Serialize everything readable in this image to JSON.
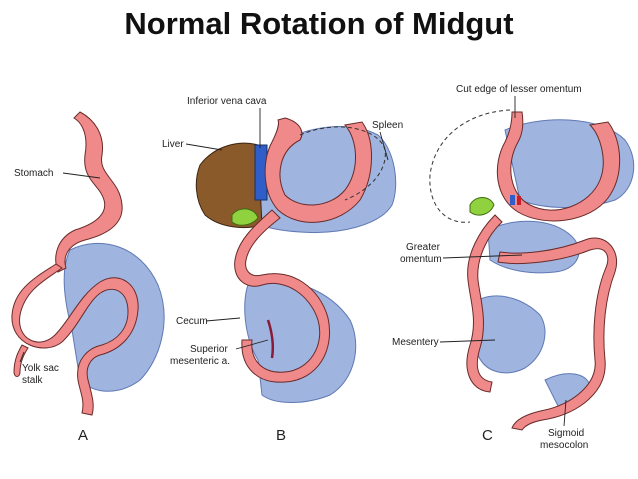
{
  "title": "Normal Rotation of  Midgut",
  "colors": {
    "gut": "#f08a8a",
    "gut_outline": "#6a2a2a",
    "mesentery": "#9fb4de",
    "mesentery_dark": "#5f79b4",
    "liver": "#8b5a2b",
    "ivc": "#2f5ec8",
    "gallbladder": "#8fd13f"
  },
  "panels": {
    "a": {
      "letter": "A",
      "labels": {
        "stomach": "Stomach",
        "yolk_sac_line1": "Yolk sac",
        "yolk_sac_line2": "stalk"
      }
    },
    "b": {
      "letter": "B",
      "labels": {
        "ivc": "Inferior vena cava",
        "liver": "Liver",
        "spleen": "Spleen",
        "cecum": "Cecum",
        "sma_line1": "Superior",
        "sma_line2": "mesenteric a."
      }
    },
    "c": {
      "letter": "C",
      "labels": {
        "lesser_omentum": "Cut edge of lesser omentum",
        "greater_omentum_line1": "Greater",
        "greater_omentum_line2": "omentum",
        "mesentery": "Mesentery",
        "sigmoid_line1": "Sigmoid",
        "sigmoid_line2": "mesocolon"
      }
    }
  }
}
